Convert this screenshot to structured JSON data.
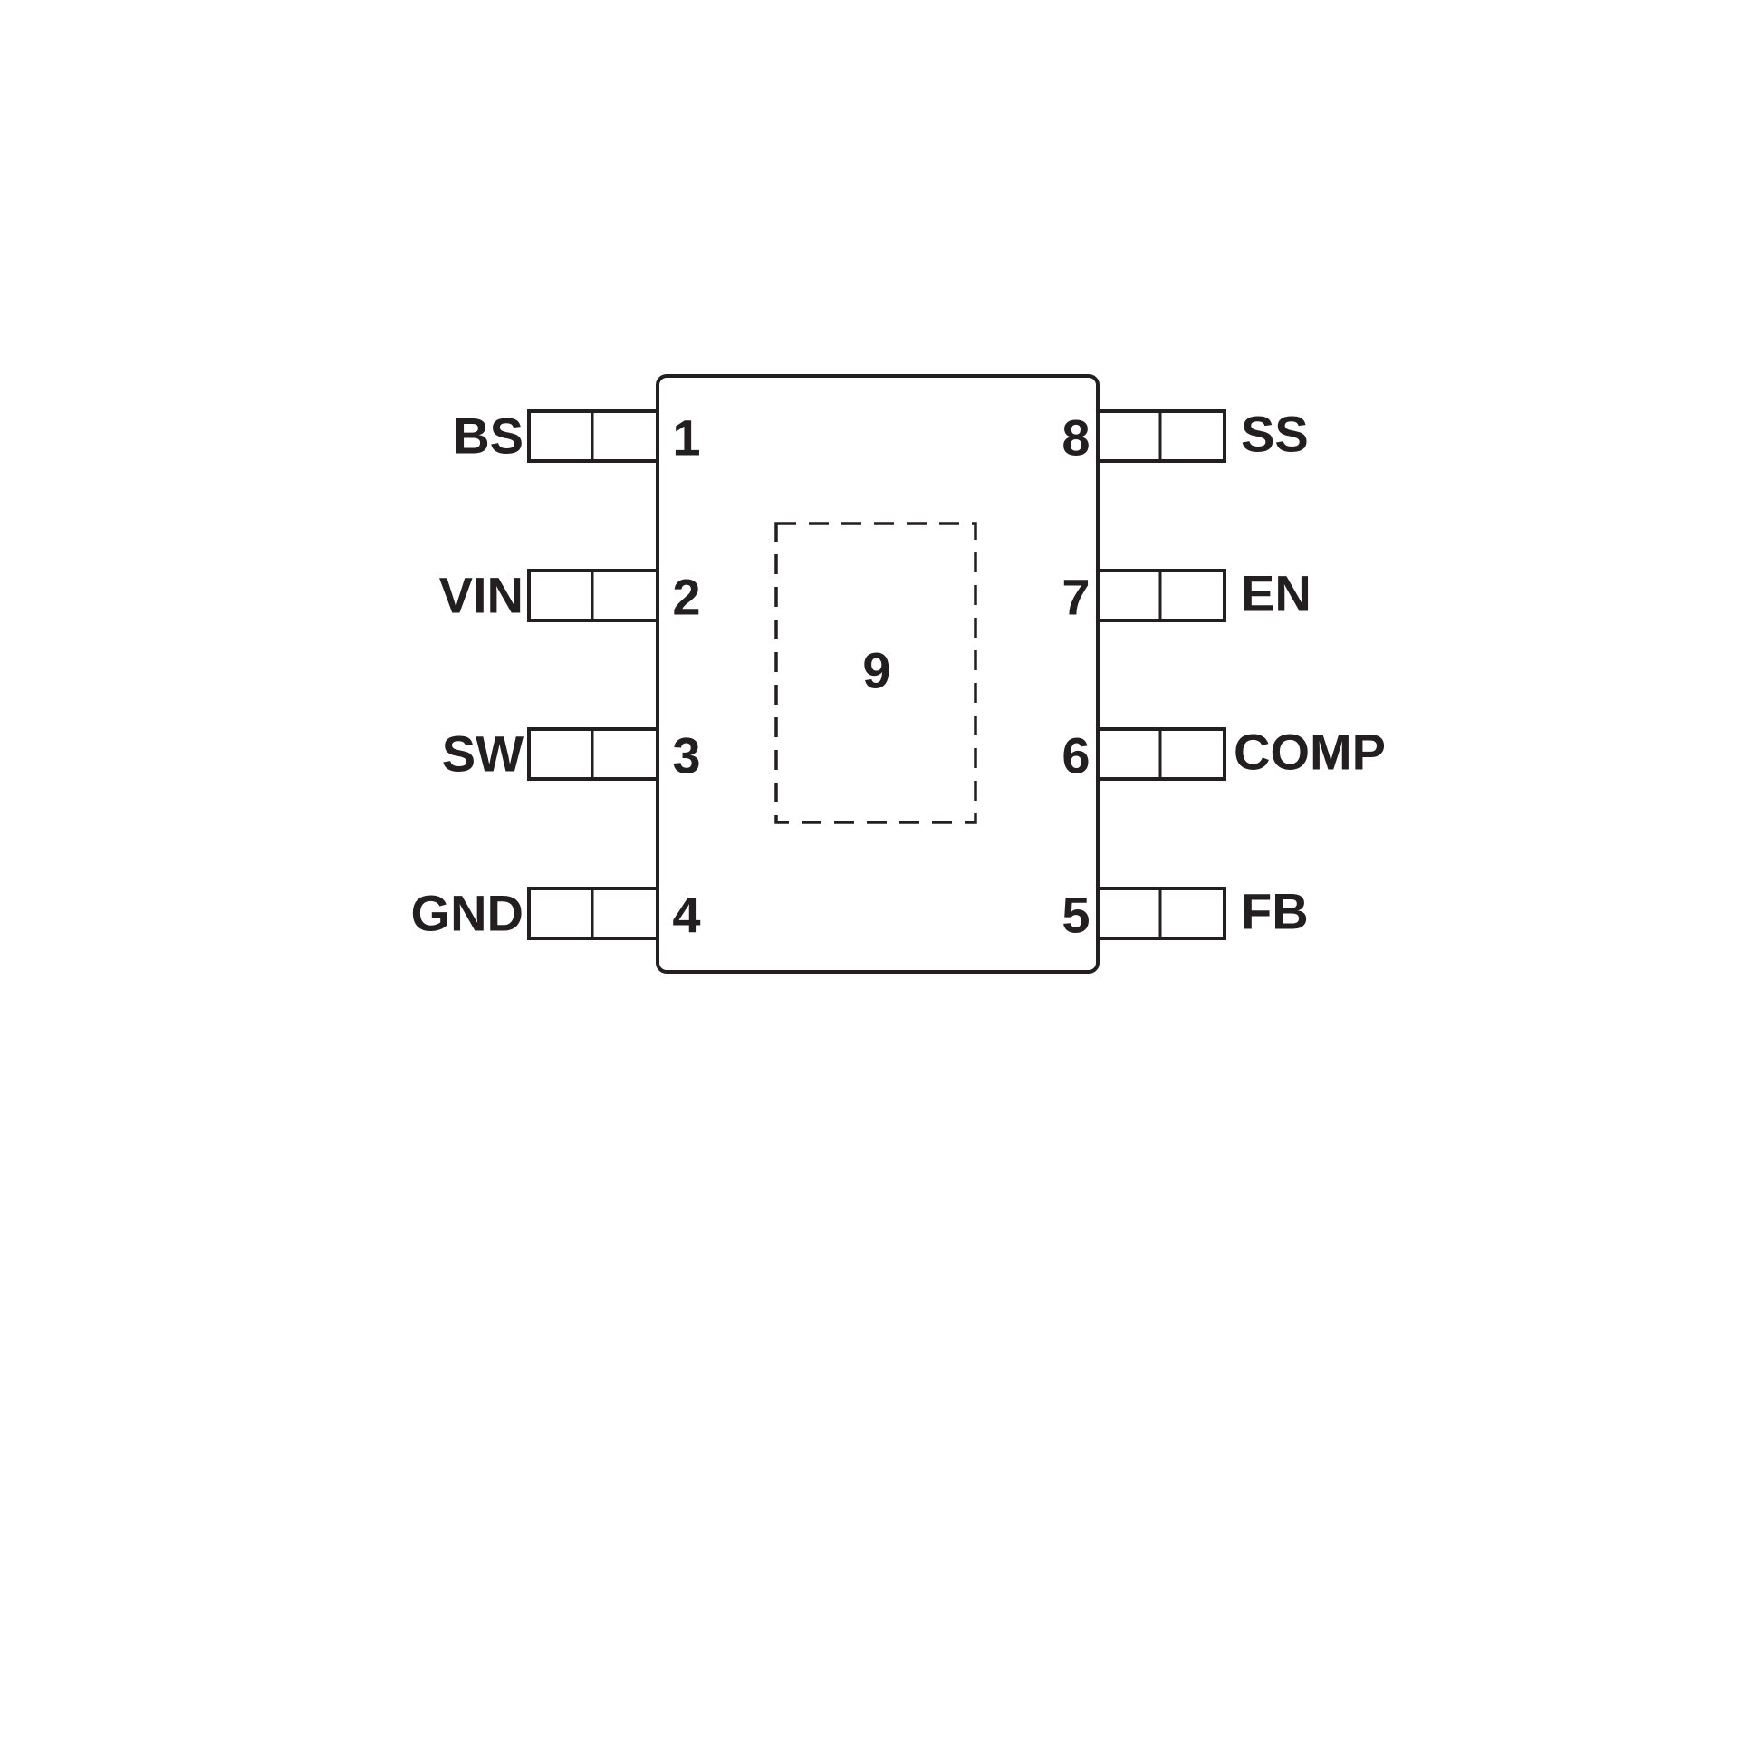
{
  "package": {
    "left_pins": [
      {
        "number": "1",
        "name": "BS"
      },
      {
        "number": "2",
        "name": "VIN"
      },
      {
        "number": "3",
        "name": "SW"
      },
      {
        "number": "4",
        "name": "GND"
      }
    ],
    "right_pins": [
      {
        "number": "8",
        "name": "SS"
      },
      {
        "number": "7",
        "name": "EN"
      },
      {
        "number": "6",
        "name": "COMP"
      },
      {
        "number": "5",
        "name": "FB"
      }
    ],
    "exposed_pad": {
      "number": "9"
    }
  }
}
